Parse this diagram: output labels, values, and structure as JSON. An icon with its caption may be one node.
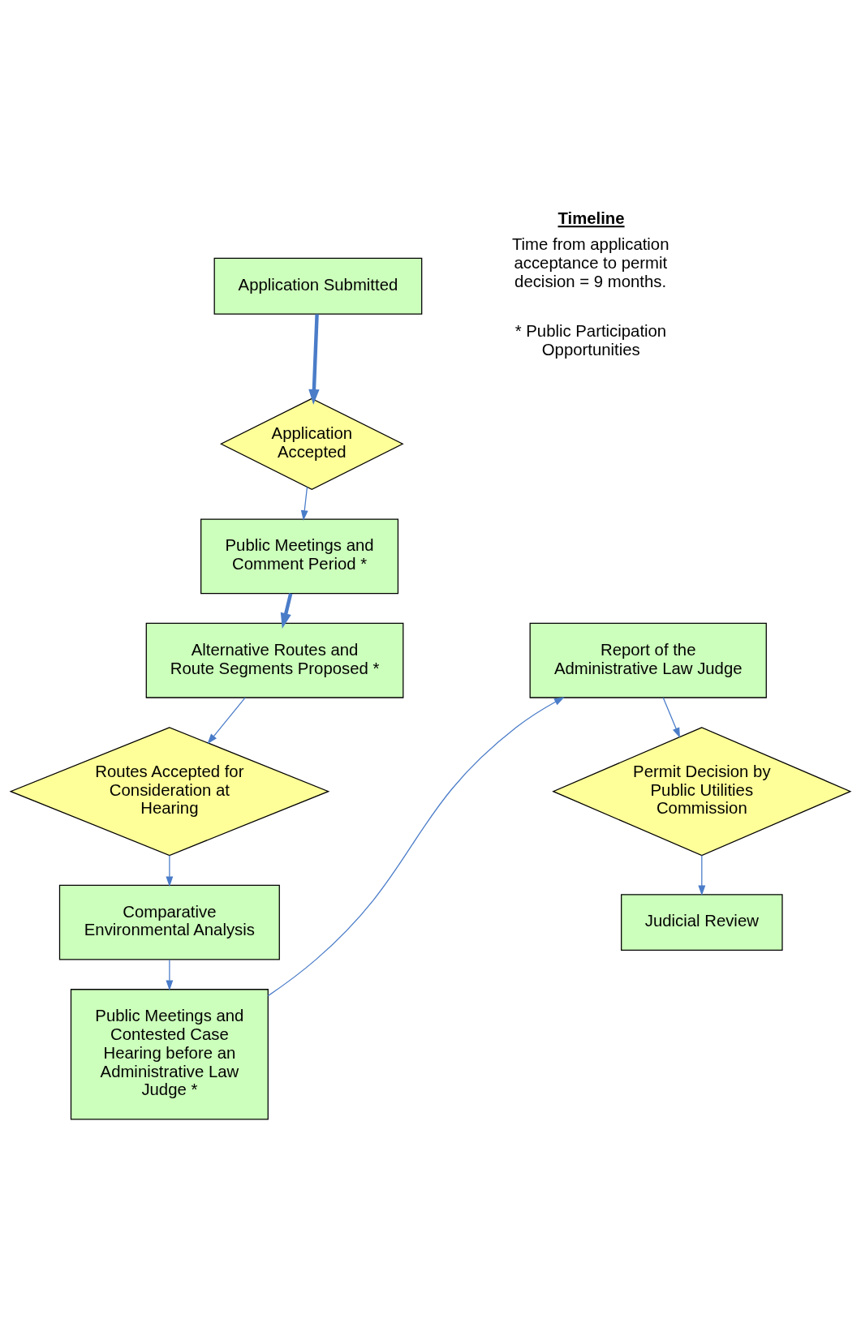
{
  "diagram": {
    "nodes": [
      {
        "text": [
          "Application Submitted"
        ]
      },
      {
        "text": [
          "Application Accepted"
        ]
      },
      {
        "text": [
          "Public Meetings and Comment Period *"
        ]
      },
      {
        "text": [
          "Alternative Routes and Route Segments Proposed *"
        ]
      },
      {
        "text": [
          "Routes Accepted for Consideration at Hearing"
        ]
      },
      {
        "text": [
          "Comparative Environmental Analysis"
        ]
      },
      {
        "text": [
          "Public Meetings and Contested Case Hearing before an Administrative Law Judge *"
        ]
      },
      {
        "text": [
          "Report of the Administrative Law Judge"
        ]
      },
      {
        "text": [
          "Permit Decision by Public Utilities Commission"
        ]
      },
      {
        "text": [
          "Judicial Review"
        ]
      }
    ],
    "edges": [
      {
        "from": 0,
        "to": 1,
        "arrow": "to",
        "style": "thick"
      },
      {
        "from": 1,
        "to": 2,
        "arrow": "to"
      },
      {
        "from": 2,
        "to": 3,
        "arrow": "to",
        "style": "thick"
      },
      {
        "from": 3,
        "to": 4,
        "arrow": "to"
      },
      {
        "from": 4,
        "to": 5,
        "arrow": "to"
      },
      {
        "from": 5,
        "to": 6,
        "arrow": "to"
      },
      {
        "from": 6,
        "to": 7,
        "arrow": "to"
      },
      {
        "from": 7,
        "to": 8,
        "arrow": "to"
      },
      {
        "from": 8,
        "to": 9,
        "arrow": "to"
      }
    ],
    "labels": [
      "Timeline",
      "Time from application acceptance to permit decision = 9 months.",
      "* Public Participation Opportunities"
    ]
  }
}
